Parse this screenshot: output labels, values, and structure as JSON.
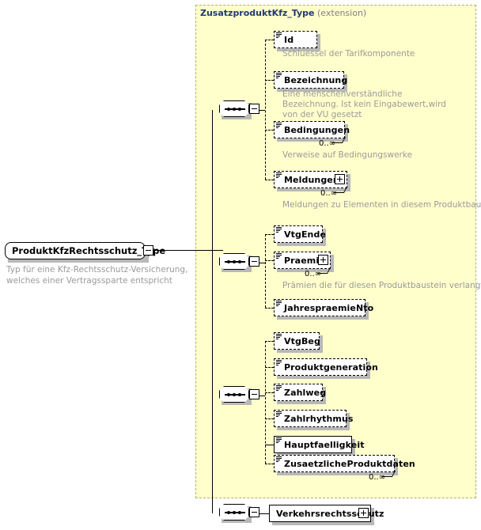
{
  "root": {
    "label": "ProduktKfzRechtsschutz_Type",
    "description": "Typ für eine Kfz-Rechtsschutz-Versicherung, welches einer Vertragssparte entspricht",
    "expander": "minus-box"
  },
  "extension": {
    "type_name": "ZusatzproduktKfz_Type",
    "qualifier": "(extension)"
  },
  "groups": [
    {
      "compositor": "sequence",
      "expander": "minus-box",
      "elements": [
        {
          "name": "Id",
          "occurrence": "",
          "description": "Schluessel der Tarifkomponente",
          "required": false,
          "expandable": false
        },
        {
          "name": "Bezeichnung",
          "occurrence": "",
          "description": "Eine menschenverständliche Bezeichnung. Ist kein Eingabewert,wird von der VU gesetzt",
          "required": false,
          "expandable": false
        },
        {
          "name": "Bedingungen",
          "occurrence": "0..∞",
          "description": "Verweise auf Bedingungswerke",
          "required": false,
          "expandable": false
        },
        {
          "name": "Meldungen",
          "occurrence": "0..∞",
          "description": "Meldungen zu Elementen in diesem Produktbaustein",
          "required": false,
          "expandable": true
        }
      ]
    },
    {
      "compositor": "sequence",
      "expander": "minus-box",
      "elements": [
        {
          "name": "VtgEnde",
          "occurrence": "",
          "description": "",
          "required": false,
          "expandable": false
        },
        {
          "name": "Praemie",
          "occurrence": "0..∞",
          "description": "Prämien die für diesen Produktbaustein verlangt werden",
          "required": false,
          "expandable": true
        },
        {
          "name": "JahrespraemieNto",
          "occurrence": "",
          "description": "",
          "required": false,
          "expandable": false
        }
      ]
    },
    {
      "compositor": "sequence",
      "expander": "minus-box",
      "elements": [
        {
          "name": "VtgBeg",
          "occurrence": "",
          "description": "",
          "required": false,
          "expandable": false
        },
        {
          "name": "Produktgeneration",
          "occurrence": "",
          "description": "",
          "required": false,
          "expandable": false
        },
        {
          "name": "Zahlweg",
          "occurrence": "",
          "description": "",
          "required": false,
          "expandable": false
        },
        {
          "name": "Zahlrhythmus",
          "occurrence": "",
          "description": "",
          "required": false,
          "expandable": false
        },
        {
          "name": "Hauptfaelligkeit",
          "occurrence": "",
          "description": "",
          "required": true,
          "expandable": false
        },
        {
          "name": "ZusaetzlicheProduktdaten",
          "occurrence": "0..∞",
          "description": "",
          "required": false,
          "expandable": false
        }
      ]
    },
    {
      "compositor": "sequence",
      "expander": "minus-box",
      "elements": [
        {
          "name": "Verkehrsrechtsschutz",
          "occurrence": "",
          "description": "",
          "required": true,
          "expandable": true
        }
      ]
    }
  ],
  "colors": {
    "container_bg": "#ffffcc",
    "container_border": "#b0b070",
    "node_bg": "#ffffff",
    "shadow": "#b8b8b8",
    "title": "#1f3a6e",
    "description": "#9a9a9a"
  }
}
